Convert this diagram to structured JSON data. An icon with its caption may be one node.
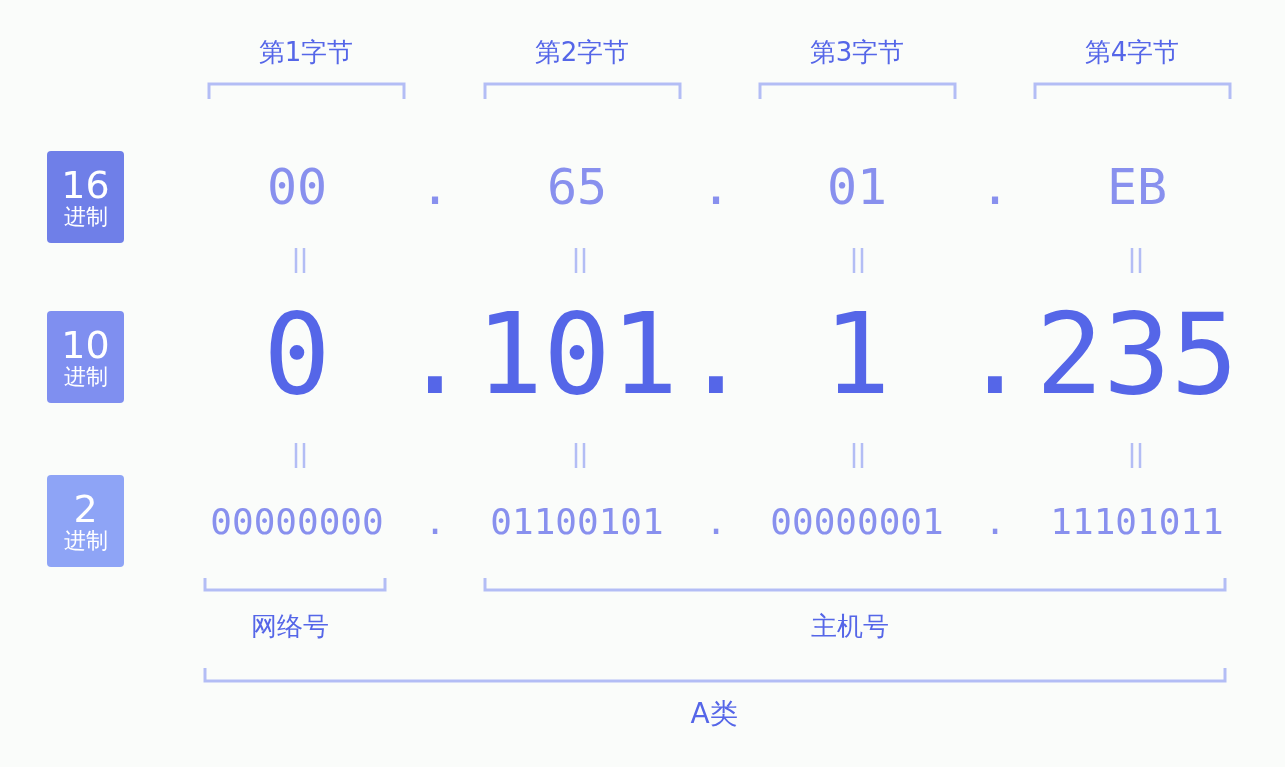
{
  "diagram": {
    "nodes": [
      {
        "text": [
          "16",
          "进制"
        ]
      },
      {
        "text": [
          "10",
          "进制"
        ]
      },
      {
        "text": [
          "2",
          "进制"
        ]
      }
    ],
    "labels": [
      "第1字节",
      "第2字节",
      "第3字节",
      "第4字节",
      "00",
      ".",
      "65",
      ".",
      "01",
      ".",
      "EB",
      "0",
      ".",
      "101",
      ".",
      "1",
      ".",
      "235",
      "00000000",
      ".",
      "01100101",
      ".",
      "00000001",
      ".",
      "11101011",
      "网络号",
      "主机号",
      "A类"
    ]
  }
}
